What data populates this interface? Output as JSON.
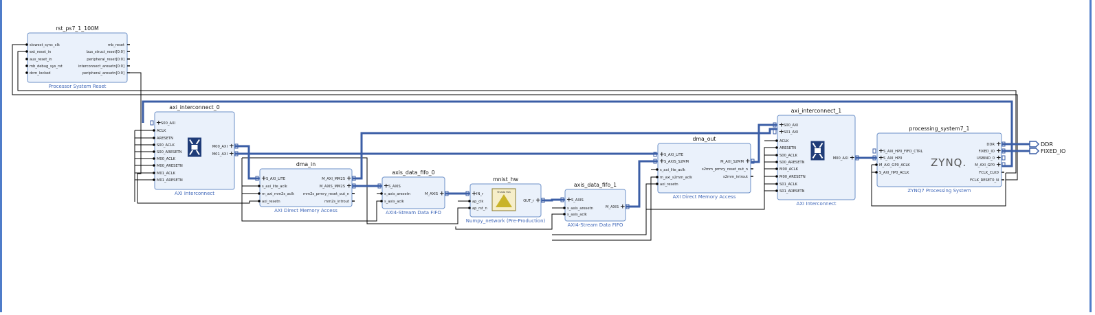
{
  "colors": {
    "frame": "#4f7cc9",
    "block_fill": "#eaf1fb",
    "block_border": "#6b8fc7",
    "bus": "#3b5ea6",
    "wire": "#000000"
  },
  "blocks": {
    "rst": {
      "title": "rst_ps7_1_100M",
      "subtitle": "Processor System Reset",
      "left": [
        "slowest_sync_clk",
        "ext_reset_in",
        "aux_reset_in",
        "mb_debug_sys_rst",
        "dcm_locked"
      ],
      "right": [
        "mb_reset",
        "bus_struct_reset[0:0]",
        "peripheral_reset[0:0]",
        "interconnect_aresetn[0:0]",
        "peripheral_aresetn[0:0]"
      ]
    },
    "ic0": {
      "title": "axi_interconnect_0",
      "subtitle": "AXI Interconnect",
      "left": [
        "S00_AXI",
        "ACLK",
        "ARESETN",
        "S00_ACLK",
        "S00_ARESETN",
        "M00_ACLK",
        "M00_ARESETN",
        "M01_ACLK",
        "M01_ARESETN"
      ],
      "right": [
        "M00_AXI",
        "M01_AXI"
      ]
    },
    "dma_in": {
      "title": "dma_in",
      "subtitle": "AXI Direct Memory Access",
      "left": [
        "S_AXI_LITE",
        "s_axi_lite_aclk",
        "m_axi_mm2s_aclk",
        "axi_resetn"
      ],
      "right": [
        "M_AXI_MM2S",
        "M_AXIS_MM2S",
        "mm2s_prmry_reset_out_n",
        "mm2s_introut"
      ]
    },
    "fifo0": {
      "title": "axis_data_fifo_0",
      "subtitle": "AXI4-Stream Data FIFO",
      "left": [
        "S_AXIS",
        "s_axis_aresetn",
        "s_axis_aclk"
      ],
      "right": [
        "M_AXIS"
      ]
    },
    "mnist": {
      "title": "mnist_hw",
      "subtitle": "Numpy_network (Pre-Production)",
      "left": [
        "IN_r",
        "ap_clk",
        "ap_rst_n"
      ],
      "right": [
        "OUT_r"
      ],
      "logo_text": "Vivado HLS"
    },
    "fifo1": {
      "title": "axis_data_fifo_1",
      "subtitle": "AXI4-Stream Data FIFO",
      "left": [
        "S_AXIS",
        "s_axis_aresetn",
        "s_axis_aclk"
      ],
      "right": [
        "M_AXIS"
      ]
    },
    "dma_out": {
      "title": "dma_out",
      "subtitle": "AXI Direct Memory Access",
      "left": [
        "S_AXI_LITE",
        "S_AXIS_S2MM",
        "s_axi_lite_aclk",
        "m_axi_s2mm_aclk",
        "axi_resetn"
      ],
      "right": [
        "M_AXI_S2MM",
        "s2mm_prmry_reset_out_n",
        "s2mm_introut"
      ]
    },
    "ic1": {
      "title": "axi_interconnect_1",
      "subtitle": "AXI Interconnect",
      "left": [
        "S00_AXI",
        "S01_AXI",
        "ACLK",
        "ARESETN",
        "S00_ACLK",
        "S00_ARESETN",
        "M00_ACLK",
        "M00_ARESETN",
        "S01_ACLK",
        "S01_ARESETN"
      ],
      "right": [
        "M00_AXI"
      ]
    },
    "ps7": {
      "title": "processing_system7_1",
      "subtitle": "ZYNQ7 Processing System",
      "left": [
        "S_AXI_HP0_FIFO_CTRL",
        "S_AXI_HP0",
        "M_AXI_GP0_ACLK",
        "S_AXI_HP0_ACLK"
      ],
      "right": [
        "DDR",
        "FIXED_IO",
        "USBIND_0",
        "M_AXI_GP0",
        "FCLK_CLK0",
        "FCLK_RESET0_N"
      ],
      "logo_text": "ZYNQ."
    }
  },
  "external_ports": [
    "DDR",
    "FIXED_IO"
  ]
}
